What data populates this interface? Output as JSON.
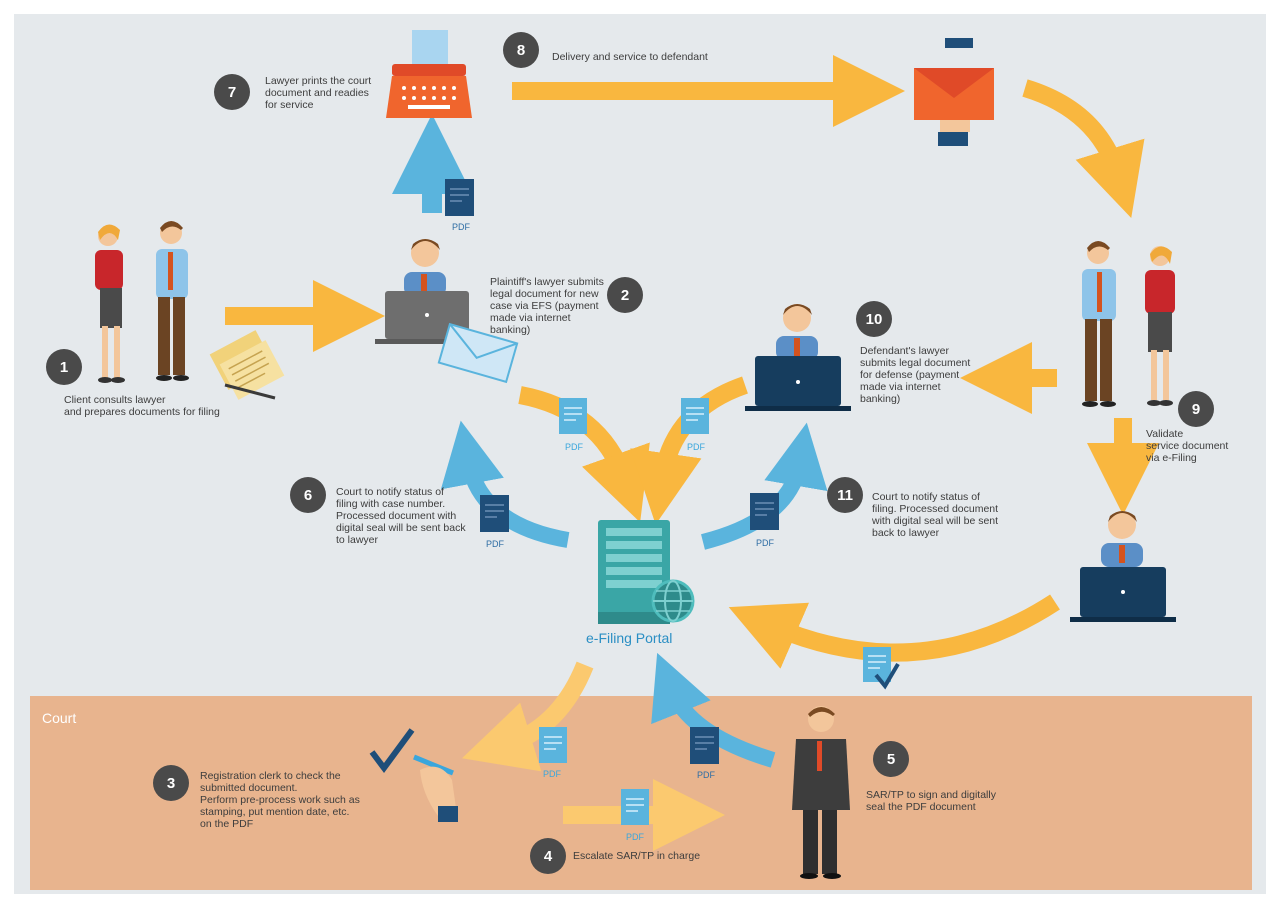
{
  "court_label": "Court",
  "portal_label": "e-Filing Portal",
  "pdf_label": "PDF",
  "steps": [
    {
      "n": "1",
      "text": "Client consults lawyer\nand prepares documents for filing"
    },
    {
      "n": "2",
      "text": "Plaintiff's lawyer submits\nlegal document for new\ncase via EFS (payment\nmade via internet\nbanking)"
    },
    {
      "n": "3",
      "text": "Registration clerk to check the\nsubmitted document.\nPerform pre-process work such as\nstamping, put mention date, etc.\non the PDF"
    },
    {
      "n": "4",
      "text": "Escalate SAR/TP in charge"
    },
    {
      "n": "5",
      "text": "SAR/TP to sign and digitally\nseal the PDF document"
    },
    {
      "n": "6",
      "text": "Court to notify status of\nfiling with case number.\nProcessed document with\ndigital seal will be sent back\nto lawyer"
    },
    {
      "n": "7",
      "text": "Lawyer prints the court\ndocument and readies\nfor service"
    },
    {
      "n": "8",
      "text": "Delivery and service to defendant"
    },
    {
      "n": "9",
      "text": "Validate\nservice document\nvia e-Filing"
    },
    {
      "n": "10",
      "text": "Defendant's lawyer\nsubmits legal document\nfor defense (payment\nmade via internet\nbanking)"
    },
    {
      "n": "11",
      "text": "Court to notify status of\nfiling. Processed document\nwith digital seal will be sent\nback to lawyer"
    }
  ],
  "colors": {
    "arrow_orange": "#f9b73f",
    "arrow_blue": "#5ab4dd",
    "court_bg": "#e8b48e",
    "page_bg": "#e5e9ec",
    "badge": "#4a4a4a"
  }
}
